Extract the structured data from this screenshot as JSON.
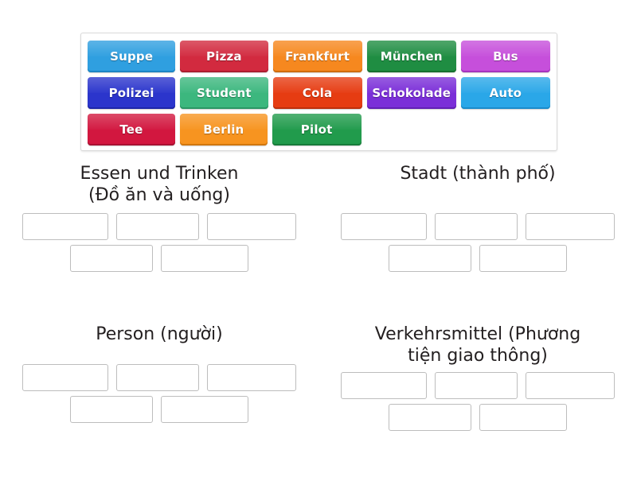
{
  "activity": {
    "type": "group-sort",
    "tray": {
      "name": "word-tile-tray",
      "rows": [
        [
          {
            "label": "Suppe",
            "color": "#2f9fe0",
            "border": "#1c86c4"
          },
          {
            "label": "Pizza",
            "color": "#d22a3f",
            "border": "#ab1f30"
          },
          {
            "label": "Frankfurt",
            "color": "#f6881f",
            "border": "#d06d0e"
          },
          {
            "label": "München",
            "color": "#1f8d42",
            "border": "#15702f"
          },
          {
            "label": "Bus",
            "color": "#c64fdb",
            "border": "#a634be"
          }
        ],
        [
          {
            "label": "Polizei",
            "color": "#2b35cc",
            "border": "#1d26a8"
          },
          {
            "label": "Student",
            "color": "#3cb77e",
            "border": "#2b9764"
          },
          {
            "label": "Cola",
            "color": "#e63c12",
            "border": "#bd2f0c"
          },
          {
            "label": "Schokolade",
            "color": "#7b2fd8",
            "border": "#6220b4"
          },
          {
            "label": "Auto",
            "color": "#2aa7e8",
            "border": "#1a8ccb"
          }
        ],
        [
          {
            "label": "Tee",
            "color": "#d2173f",
            "border": "#a91132"
          },
          {
            "label": "Berlin",
            "color": "#f79420",
            "border": "#d1770f"
          },
          {
            "label": "Pilot",
            "color": "#219b4c",
            "border": "#177c3a"
          }
        ]
      ]
    },
    "groups": [
      {
        "name": "group-essen-und-trinken",
        "title_line1": "Essen und Trinken",
        "title_line2": "(Đồ ăn và uống)",
        "slot_rows": [
          3,
          2
        ]
      },
      {
        "name": "group-stadt",
        "title_line1": "Stadt (thành phố)",
        "title_line2": "",
        "slot_rows": [
          3,
          2
        ]
      },
      {
        "name": "group-person",
        "title_line1": "Person (người)",
        "title_line2": "",
        "slot_rows": [
          3,
          2
        ]
      },
      {
        "name": "group-verkehrsmittel",
        "title_line1": "Verkehrsmittel (Phương",
        "title_line2": "tiện giao thông)",
        "slot_rows": [
          3,
          2
        ]
      }
    ]
  }
}
